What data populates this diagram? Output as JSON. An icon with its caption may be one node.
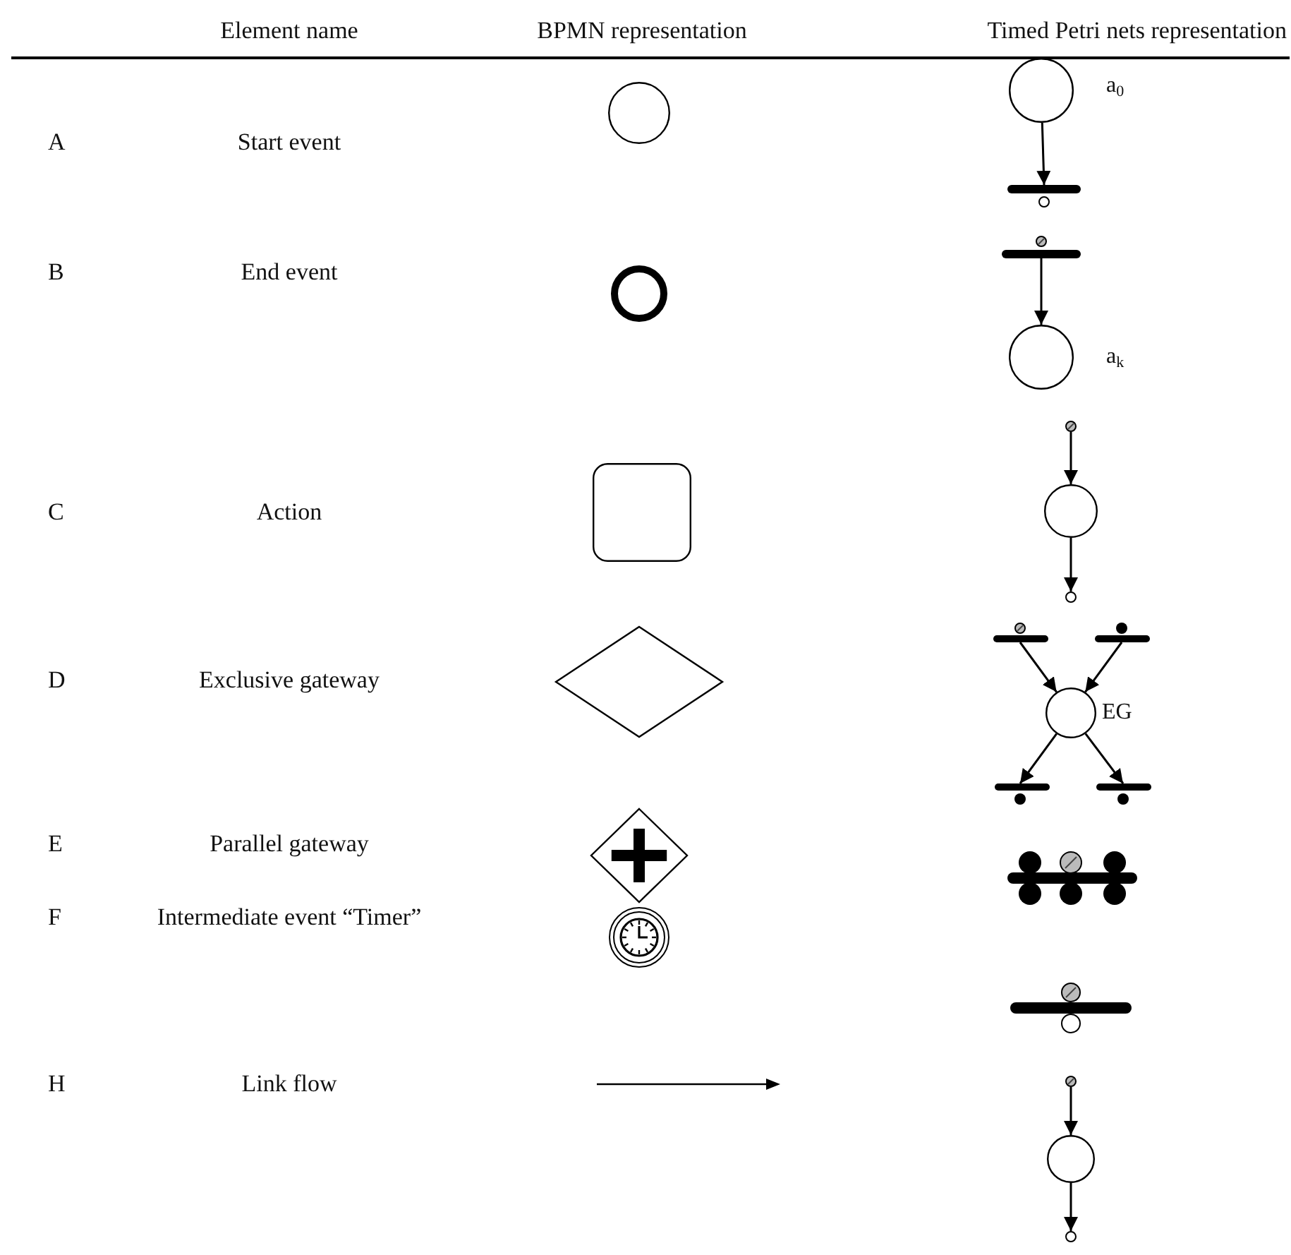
{
  "diagram": {
    "nodes": [
      {
        "text": [],
        "shape": "circle"
      },
      {
        "text": [],
        "shape": "circle",
        "beside": [
          "a$_{0}$"
        ]
      },
      {
        "text": [],
        "shape": "bar"
      },
      {
        "text": [],
        "shape": "circle"
      },
      {
        "text": [],
        "shape": "bar"
      },
      {
        "text": [],
        "shape": "circle",
        "beside": [
          "a$_{k}$"
        ]
      },
      {
        "text": [],
        "shape": "box"
      },
      {
        "text": [],
        "shape": "circle"
      },
      {
        "text": [],
        "shape": "circle"
      },
      {
        "text": [],
        "shape": "circle"
      },
      {
        "text": [],
        "shape": "diamond"
      },
      {
        "text": [],
        "shape": "bar"
      },
      {
        "text": [],
        "shape": "bar"
      },
      {
        "text": [],
        "shape": "circle",
        "beside": [
          "EG"
        ]
      },
      {
        "text": [],
        "shape": "bar"
      },
      {
        "text": [],
        "shape": "bar"
      },
      {
        "text": [],
        "shape": "diamond"
      },
      {
        "text": [],
        "shape": "bar"
      },
      {
        "text": [],
        "shape": "circle"
      },
      {
        "text": [],
        "shape": "bar"
      },
      {
        "text": [],
        "shape": "circle"
      },
      {
        "text": [],
        "shape": "circle"
      },
      {
        "text": [],
        "shape": "circle"
      }
    ],
    "edges": [
      {
        "from": 1,
        "to": 2,
        "arrow": "to"
      },
      {
        "from": 4,
        "to": 5,
        "arrow": "to"
      },
      {
        "from": 7,
        "to": 8,
        "arrow": "to"
      },
      {
        "from": 8,
        "to": 9,
        "arrow": "to"
      },
      {
        "from": 11,
        "to": 13,
        "arrow": "to"
      },
      {
        "from": 12,
        "to": 13,
        "arrow": "to"
      },
      {
        "from": 13,
        "to": 14,
        "arrow": "to"
      },
      {
        "from": 13,
        "to": 15,
        "arrow": "to"
      },
      {
        "from": 20,
        "to": 21,
        "arrow": "to"
      },
      {
        "from": 21,
        "to": 22,
        "arrow": "to"
      }
    ],
    "labels": [
      "Element name",
      "BPMN representation",
      "Timed Petri nets representation",
      "A",
      "Start event",
      "B",
      "End event",
      "C",
      "Action",
      "D",
      "Exclusive gateway",
      "E",
      "Parallel gateway",
      "F",
      "Intermediate event “Timer”",
      "H",
      "Link flow"
    ]
  }
}
